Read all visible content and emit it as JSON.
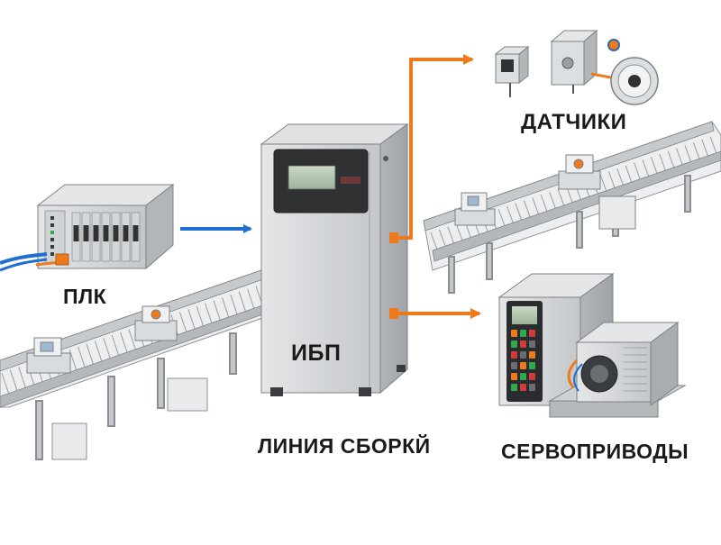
{
  "labels": {
    "plc": "ПЛК",
    "sensors": "ДАТЧИКИ",
    "ups": "ИБП",
    "assembly_line": "ЛИНИЯ СБОРКЙ",
    "servo_drives": "СЕРВОПРИВОДЫ"
  },
  "colors": {
    "input_arrow": "#1f6fd1",
    "output_arrow": "#ee7a1c",
    "cabinet": "#c9cbcd",
    "conveyor": "#d7dadc"
  }
}
